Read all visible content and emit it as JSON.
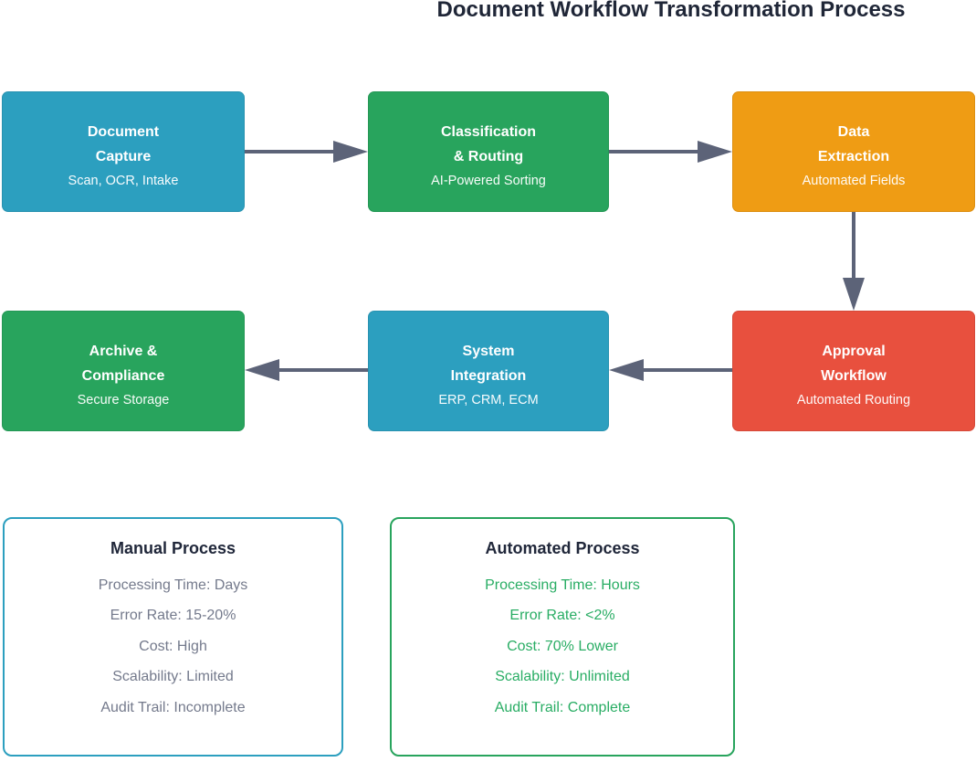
{
  "title": "Document Workflow Transformation Process",
  "flow": {
    "connector_color": "#5C6378",
    "nodes": [
      {
        "name": "document-capture",
        "line1": "Document",
        "line2": "Capture",
        "subtitle": "Scan, OCR, Intake",
        "color": "#2C9FBF"
      },
      {
        "name": "classification-routing",
        "line1": "Classification",
        "line2": "& Routing",
        "subtitle": "AI-Powered Sorting",
        "color": "#28A45D"
      },
      {
        "name": "data-extraction",
        "line1": "Data",
        "line2": "Extraction",
        "subtitle": "Automated Fields",
        "color": "#EF9C14"
      },
      {
        "name": "approval-workflow",
        "line1": "Approval",
        "line2": "Workflow",
        "subtitle": "Automated Routing",
        "color": "#E8503E"
      },
      {
        "name": "system-integration",
        "line1": "System",
        "line2": "Integration",
        "subtitle": "ERP, CRM, ECM",
        "color": "#2C9FBF"
      },
      {
        "name": "archive-compliance",
        "line1": "Archive &",
        "line2": "Compliance",
        "subtitle": "Secure Storage",
        "color": "#28A45D"
      }
    ]
  },
  "comparison": {
    "manual": {
      "title": "Manual Process",
      "accent": "#2C9FBF",
      "text_color": "#747A8C",
      "items": [
        "Processing Time: Days",
        "Error Rate: 15-20%",
        "Cost: High",
        "Scalability: Limited",
        "Audit Trail: Incomplete"
      ]
    },
    "automated": {
      "title": "Automated Process",
      "accent": "#28A45D",
      "text_color": "#29AD64",
      "items": [
        "Processing Time: Hours",
        "Error Rate: <2%",
        "Cost: 70% Lower",
        "Scalability: Unlimited",
        "Audit Trail: Complete"
      ]
    }
  }
}
